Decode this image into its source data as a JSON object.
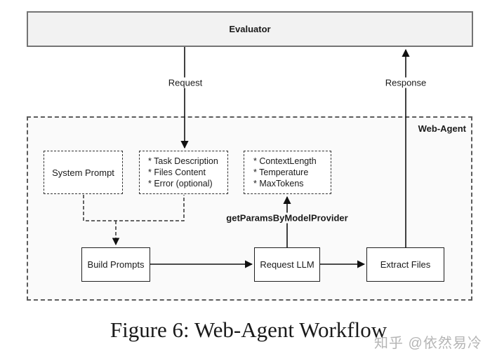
{
  "diagram": {
    "evaluator": {
      "label": "Evaluator"
    },
    "web_agent": {
      "label": "Web-Agent"
    },
    "edges": {
      "request_label": "Request",
      "response_label": "Response",
      "get_params_label": "getParamsByModelProvider"
    },
    "system_prompt": {
      "label": "System Prompt"
    },
    "task_box": {
      "lines": [
        "* Task Description",
        "* Files Content",
        "* Error (optional)"
      ]
    },
    "params_box": {
      "lines": [
        "* ContextLength",
        "* Temperature",
        "* MaxTokens"
      ]
    },
    "build_prompts": {
      "label": "Build Prompts"
    },
    "request_llm": {
      "label": "Request LLM"
    },
    "extract_files": {
      "label": "Extract Files"
    }
  },
  "caption": "Figure 6: Web-Agent Workflow",
  "watermark": "知乎 @依然易冷",
  "colors": {
    "evaluator_fill": "#f2f2f2",
    "evaluator_border": "#747474",
    "container_fill": "#fafafa",
    "container_border": "#5c5c5c",
    "box_border": "#1f1f1f",
    "text": "#1a1a1a",
    "watermark": "#b5b5b5",
    "line": "#111111"
  }
}
